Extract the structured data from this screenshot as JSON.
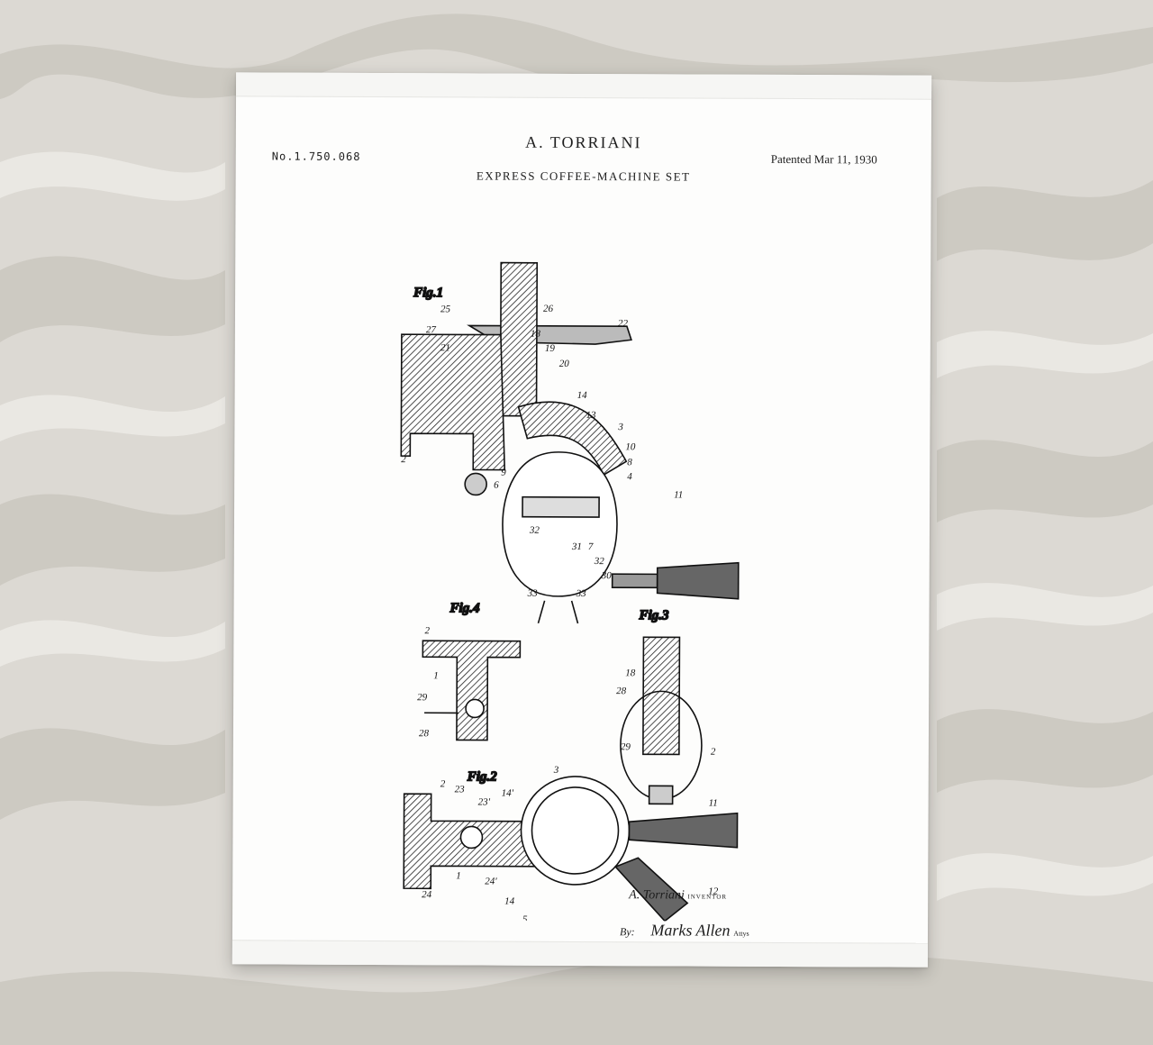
{
  "patent": {
    "number": "No.1.750.068",
    "inventor": "A. TORRIANI",
    "date": "Patented Mar 11, 1930",
    "title": "EXPRESS COFFEE-MACHINE SET"
  },
  "figures": {
    "fig1": "Fig.1",
    "fig2": "Fig.2",
    "fig3": "Fig.3",
    "fig4": "Fig.4"
  },
  "signatures": {
    "inventor": "A. Torriani",
    "inventor_role": "INVENTOR",
    "by": "By:",
    "attorney": "Marks Allen",
    "attorney_role": "Attys"
  },
  "colors": {
    "sand": "#d9d6d0",
    "towel": "#fdfdfc",
    "ink": "#1d1d1d"
  }
}
